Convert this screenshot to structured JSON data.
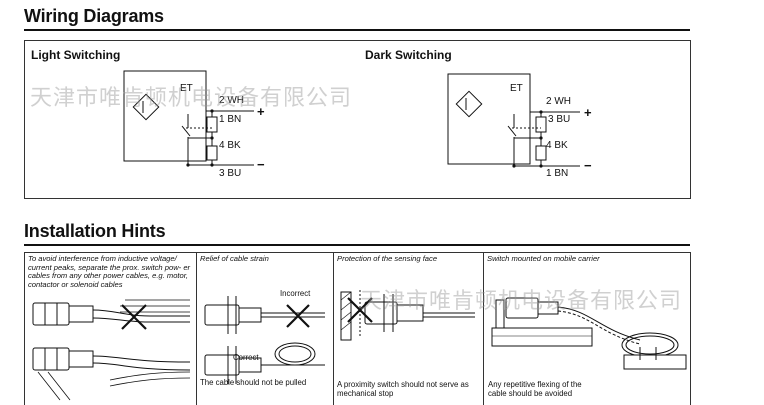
{
  "wiring": {
    "title": "Wiring Diagrams",
    "light": {
      "title": "Light Switching",
      "et": "ET",
      "wh": "2 WH",
      "bn": "1 BN",
      "bk": "4 BK",
      "bu": "3 BU",
      "plus": "+",
      "minus": "−"
    },
    "dark": {
      "title": "Dark Switching",
      "et": "ET",
      "wh": "2 WH",
      "bu": "3 BU",
      "bk": "4 BK",
      "bn": "1 BN",
      "plus": "+",
      "minus": "−"
    }
  },
  "install": {
    "title": "Installation Hints",
    "panel1": {
      "hint": "To avoid interference from inductive voltage/ current peaks, separate the prox. switch pow- er cables from any other power cables, e.g. motor, contactor or solenoid cables"
    },
    "panel2": {
      "hint": "Relief of cable strain",
      "incorrect": "Incorrect",
      "correct": "Correct",
      "caption": "The cable should not be pulled"
    },
    "panel3": {
      "hint": "Protection of the sensing face",
      "caption1": "A proximity switch should not serve as",
      "caption2": "mechanical stop"
    },
    "panel4": {
      "hint": "Switch mounted on mobile carrier",
      "caption1": "Any repetitive flexing of the",
      "caption2": "cable should be avoided"
    }
  },
  "watermark": "天津市唯肯顿机电设备有限公司"
}
